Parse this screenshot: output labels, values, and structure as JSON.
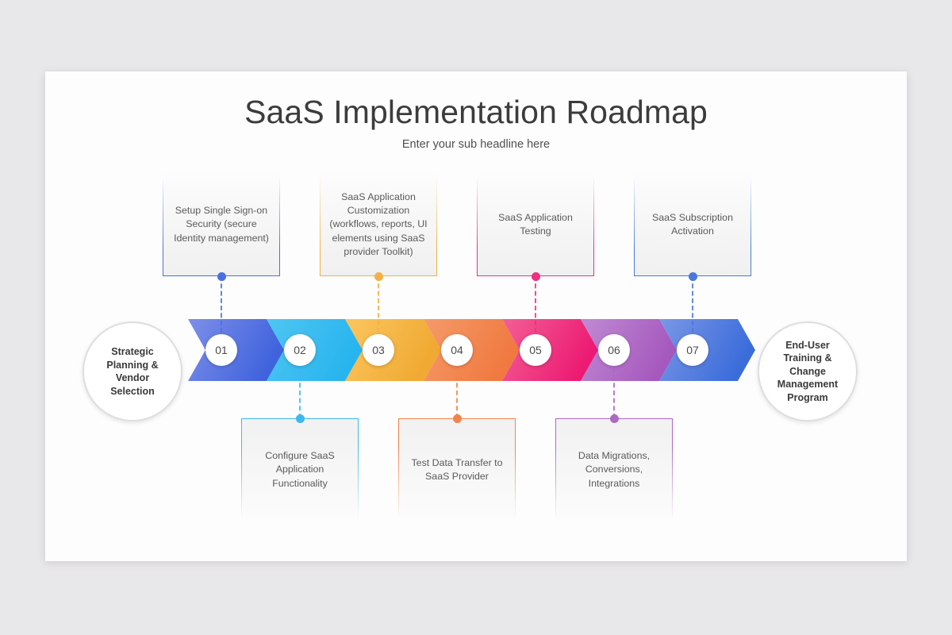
{
  "slide": {
    "title": "SaaS Implementation Roadmap",
    "subtitle": "Enter your sub headline here",
    "background_color": "#e8e7e9",
    "surface_color": "#fdfdfd"
  },
  "endpoints": {
    "start": {
      "label": "Strategic Planning & Vendor Selection",
      "icon": "chevron-right-wedge"
    },
    "end": {
      "label": "End-User Training & Change Management Program",
      "icon": "chevron-right-wedge"
    }
  },
  "steps": [
    {
      "number": "01",
      "color": "#4a6fe0",
      "gradient_from": "#7e8fe8",
      "gradient_to": "#3f63dd",
      "card_position": "top",
      "card_text": "Setup Single Sign-on Security (secure Identity management)"
    },
    {
      "number": "02",
      "color": "#3cb8ef",
      "gradient_from": "#4fc6f2",
      "gradient_to": "#28b4ee",
      "card_position": "bottom",
      "card_text": "Configure SaaS Application Functionality"
    },
    {
      "number": "03",
      "color": "#f3b143",
      "gradient_from": "#fbc65f",
      "gradient_to": "#f0a932",
      "card_position": "top",
      "card_text": "SaaS Application Customization (workflows, reports, UI elements using SaaS provider Toolkit)"
    },
    {
      "number": "04",
      "color": "#f2834f",
      "gradient_from": "#f59a6a",
      "gradient_to": "#f0793f",
      "card_position": "bottom",
      "card_text": "Test Data Transfer to SaaS Provider"
    },
    {
      "number": "05",
      "color": "#ef2f7f",
      "gradient_from": "#f35f96",
      "gradient_to": "#ec1a72",
      "card_position": "top",
      "card_text": "SaaS Application Testing"
    },
    {
      "number": "06",
      "color": "#ad68c4",
      "gradient_from": "#c08ad4",
      "gradient_to": "#a558bd",
      "card_position": "bottom",
      "card_text": "Data Migrations, Conversions, Integrations"
    },
    {
      "number": "07",
      "color": "#4878de",
      "gradient_from": "#7b97e6",
      "gradient_to": "#3a6cda",
      "card_position": "top",
      "card_text": "SaaS Subscription Activation"
    }
  ]
}
